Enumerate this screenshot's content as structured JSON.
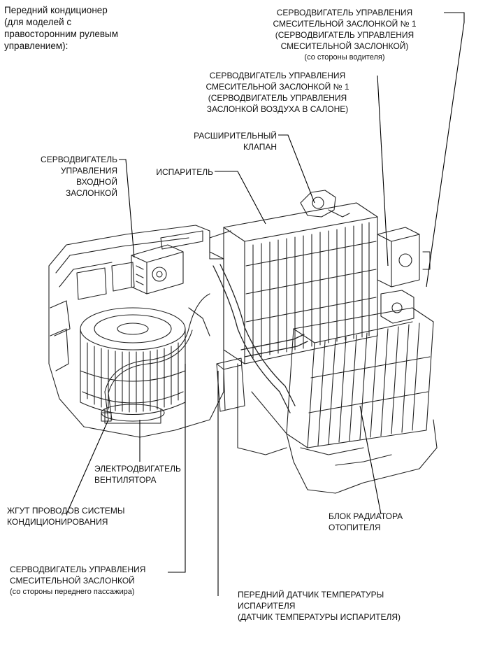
{
  "title": {
    "line1": "Передний кондиционер",
    "line2": "(для моделей с",
    "line3": "правосторонним рулевым",
    "line4": "управлением):"
  },
  "labels": {
    "blend_driver": {
      "line1": "СЕРВОДВИГАТЕЛЬ УПРАВЛЕНИЯ",
      "line2": "СМЕСИТЕЛЬНОЙ ЗАСЛОНКОЙ № 1",
      "line3": "(СЕРВОДВИГАТЕЛЬ УПРАВЛЕНИЯ",
      "line4": "СМЕСИТЕЛЬНОЙ ЗАСЛОНКОЙ)",
      "line5": "(со стороны водителя)"
    },
    "blend_cabin": {
      "line1": "СЕРВОДВИГАТЕЛЬ УПРАВЛЕНИЯ",
      "line2": "СМЕСИТЕЛЬНОЙ ЗАСЛОНКОЙ № 1",
      "line3": "(СЕРВОДВИГАТЕЛЬ УПРАВЛЕНИЯ",
      "line4": "ЗАСЛОНКОЙ ВОЗДУХА В САЛОНЕ)"
    },
    "expansion_valve": {
      "line1": "РАСШИРИТЕЛЬНЫЙ",
      "line2": "КЛАПАН"
    },
    "evaporator": {
      "line1": "ИСПАРИТЕЛЬ"
    },
    "intake_servo": {
      "line1": "СЕРВОДВИГАТЕЛЬ",
      "line2": "УПРАВЛЕНИЯ",
      "line3": "ВХОДНОЙ",
      "line4": "ЗАСЛОНКОЙ"
    },
    "blower_motor": {
      "line1": "ЭЛЕКТРОДВИГАТЕЛЬ",
      "line2": "ВЕНТИЛЯТОРА"
    },
    "wire_harness": {
      "line1": "ЖГУТ ПРОВОДОВ СИСТЕМЫ",
      "line2": "КОНДИЦИОНИРОВАНИЯ"
    },
    "heater_core": {
      "line1": "БЛОК РАДИАТОРА",
      "line2": "ОТОПИТЕЛЯ"
    },
    "blend_passenger": {
      "line1": "СЕРВОДВИГАТЕЛЬ УПРАВЛЕНИЯ",
      "line2": "СМЕСИТЕЛЬНОЙ ЗАСЛОНКОЙ",
      "line3": "(со стороны переднего пассажира)"
    },
    "evap_temp_sensor": {
      "line1": "ПЕРЕДНИЙ ДАТЧИК ТЕМПЕРАТУРЫ",
      "line2": "ИСПАРИТЕЛЯ",
      "line3": "(ДАТЧИК ТЕМПЕРАТУРЫ ИСПАРИТЕЛЯ)"
    }
  }
}
